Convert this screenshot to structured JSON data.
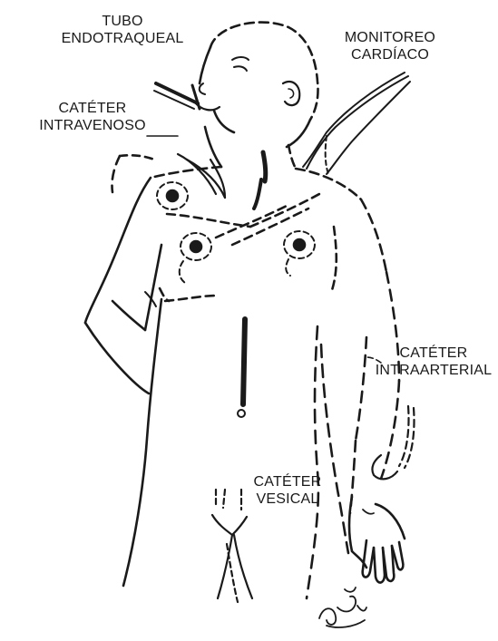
{
  "labels": {
    "tubo_endotraqueal": [
      "TUBO",
      "ENDOTRAQUEAL"
    ],
    "monitoreo_cardiaco": [
      "MONITOREO",
      "CARDÍACO"
    ],
    "cateter_intravenoso": [
      "CATÉTER",
      "INTRAVENOSO"
    ],
    "cateter_intraarterial": [
      "CATÉTER",
      "INTRAARTERIAL"
    ],
    "cateter_vesical": [
      "CATÉTER",
      "VESICAL"
    ]
  },
  "colors": {
    "ink": "#1a1a1a",
    "background": "#ffffff"
  }
}
